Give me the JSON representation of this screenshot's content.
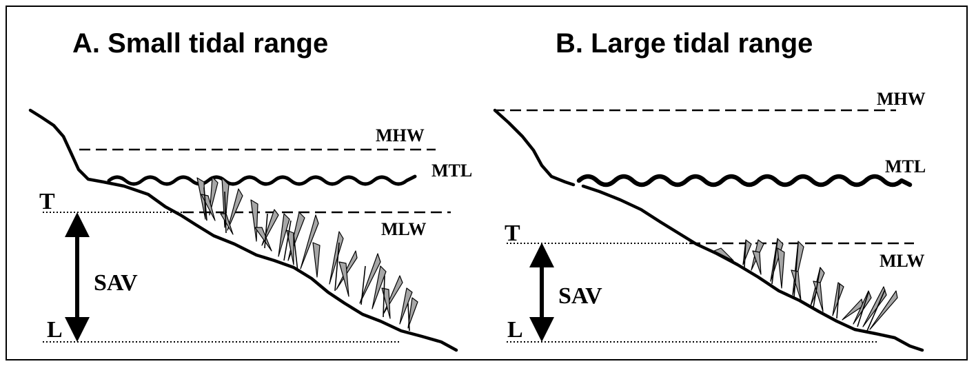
{
  "panels": [
    {
      "title": "A. Small tidal range",
      "labels": {
        "mhw": "MHW",
        "mtl": "MTL",
        "mlw": "MLW",
        "t": "T",
        "l": "L",
        "sav": "SAV"
      }
    },
    {
      "title": "B. Large tidal range",
      "labels": {
        "mhw": "MHW",
        "mtl": "MTL",
        "mlw": "MLW",
        "t": "T",
        "l": "L",
        "sav": "SAV"
      }
    }
  ],
  "colors": {
    "line": "#000000",
    "vegetation": "#a6a6a6",
    "background": "#ffffff"
  }
}
